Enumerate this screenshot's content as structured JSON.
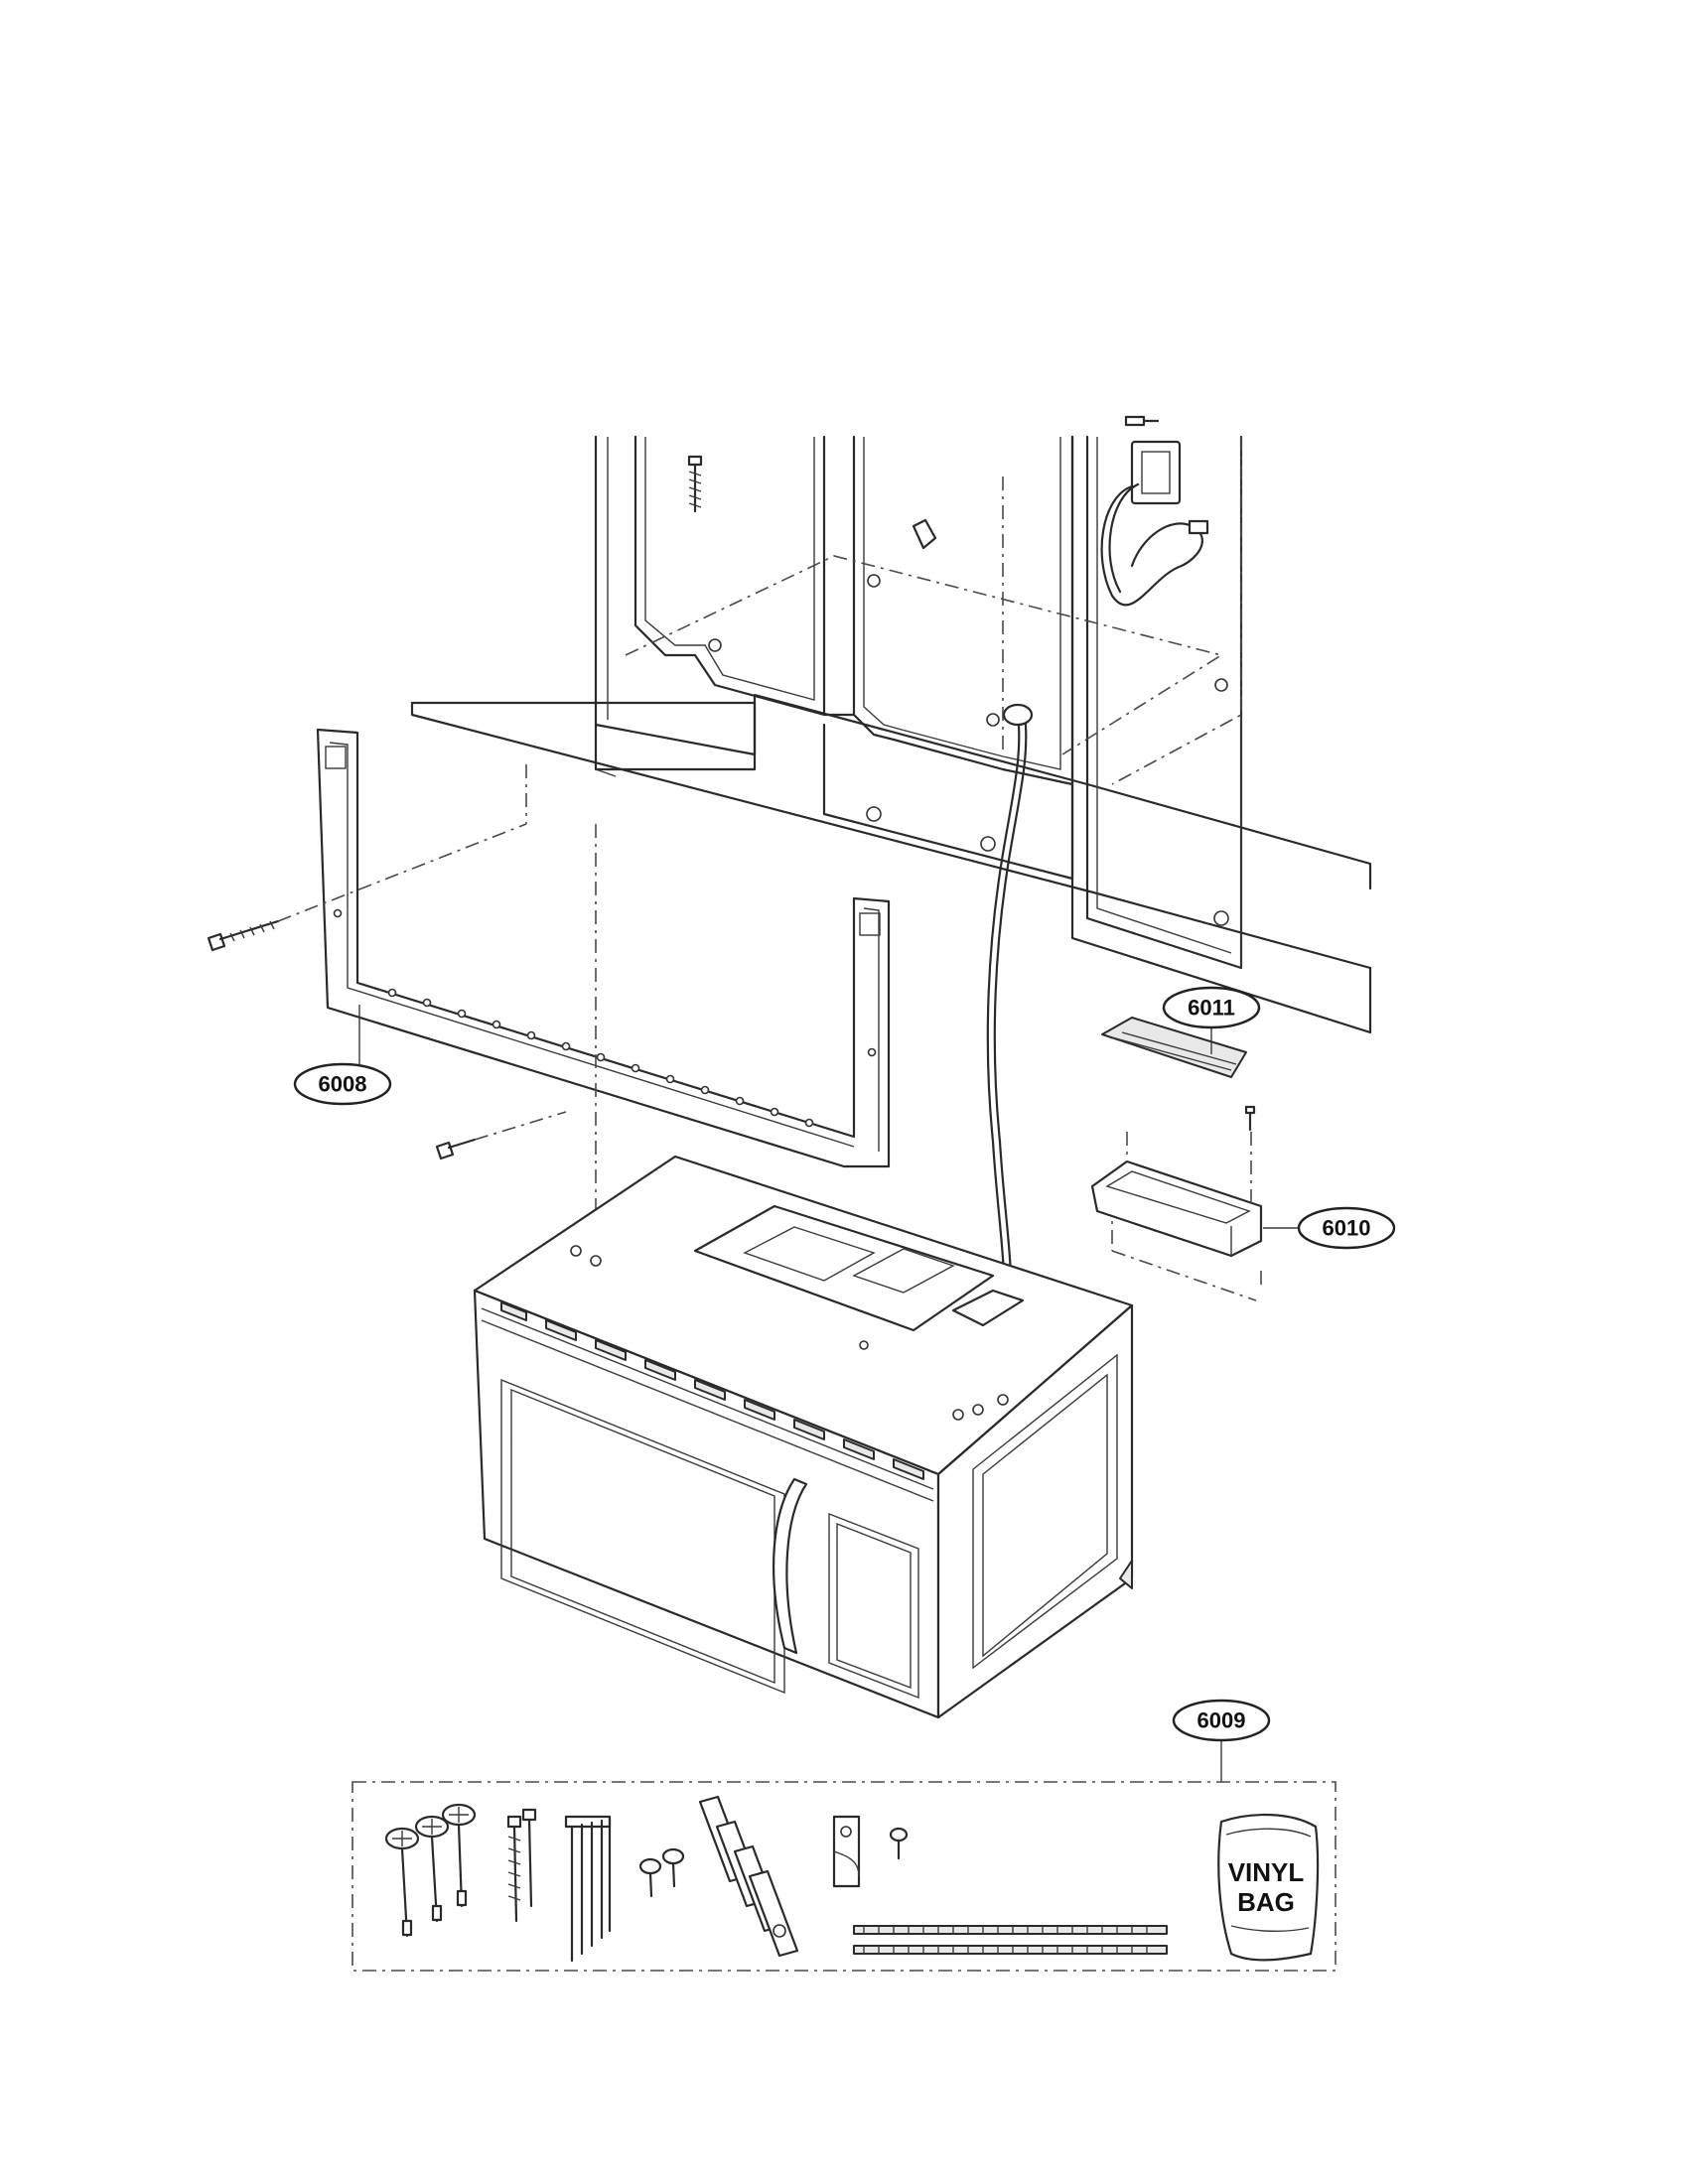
{
  "callouts": {
    "c6008": "6008",
    "c6009": "6009",
    "c6010": "6010",
    "c6011": "6011"
  },
  "vinyl_bag": {
    "line1": "VINYL",
    "line2": "BAG"
  }
}
